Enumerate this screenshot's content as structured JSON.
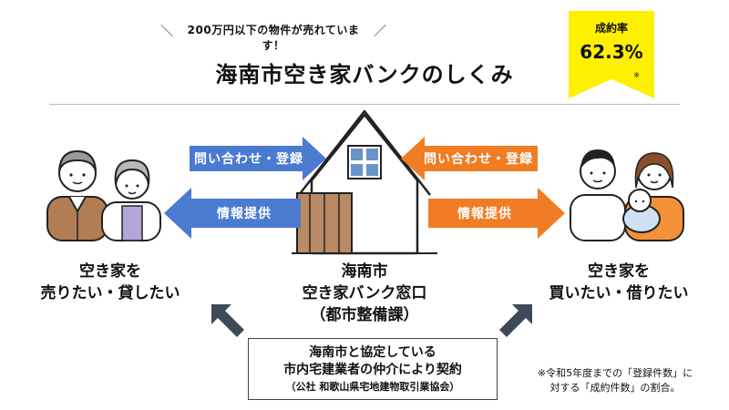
{
  "header": {
    "subtitle": "200万円以下の物件が売れています！",
    "title": "海南市空き家バンクのしくみ"
  },
  "badge": {
    "label": "成約率",
    "value": "62.3%",
    "mark": "※"
  },
  "arrows": {
    "left_inquiry": "問い合わせ・登録",
    "left_info": "情報提供",
    "right_inquiry": "問い合わせ・登録",
    "right_info": "情報提供"
  },
  "sellers": {
    "line1": "空き家を",
    "line2": "売りたい・貸したい"
  },
  "center": {
    "line1": "海南市",
    "line2": "空き家バンク窓口",
    "line3": "（都市整備課）"
  },
  "buyers": {
    "line1": "空き家を",
    "line2": "買いたい・借りたい"
  },
  "agent": {
    "line1": "海南市と協定している",
    "line2": "市内宅建業者の仲介により契約",
    "line3": "（公社 和歌山県宅地建物取引業協会）"
  },
  "note": {
    "line1": "※令和5年度までの「登録件数」に",
    "line2": "対する「成約件数」の割合。"
  },
  "colors": {
    "blue_arrow": "#4b7bd0",
    "orange_arrow": "#f07c24",
    "badge_yellow": "#ffef00",
    "dark_arrow": "#3e4a57"
  }
}
